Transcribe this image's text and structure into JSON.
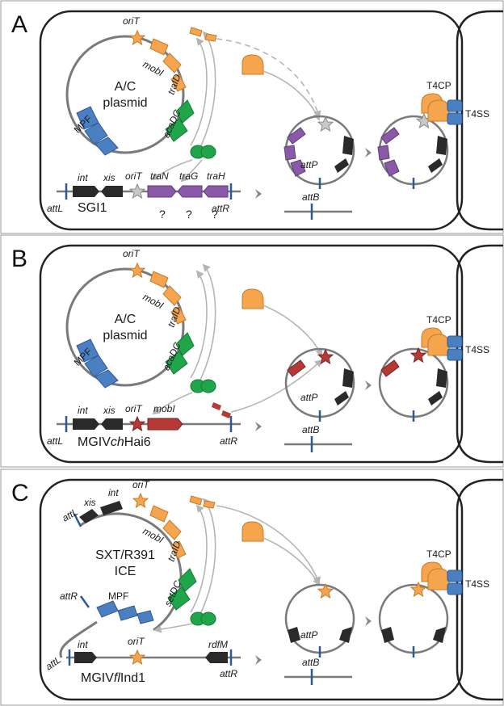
{
  "colors": {
    "orange": "#f6a54f",
    "blue": "#4a7fc1",
    "green": "#1fa54a",
    "purple": "#8a5aa8",
    "red": "#b53a36",
    "black": "#2a2a2a",
    "grey_star": "#c8c8c8",
    "arrow": "#b5b5b5",
    "border": "#222222"
  },
  "labels": {
    "oriT": "oriT",
    "mobI": "mobI",
    "traID": "traID",
    "acaDC": "acaDC",
    "setDC": "setDC",
    "MPF": "MPF",
    "T4CP": "T4CP",
    "T4SS": "T4SS",
    "attP": "attP",
    "attB": "attB",
    "attL": "attL",
    "attR": "attR",
    "int": "int",
    "xis": "xis",
    "question": "?"
  },
  "panels": [
    {
      "letter": "A",
      "plasmid_line1": "A/C",
      "plasmid_line2": "plasmid",
      "island_name": "SGI1",
      "tra_genes": [
        "traN",
        "traG",
        "traH"
      ]
    },
    {
      "letter": "B",
      "plasmid_line1": "A/C",
      "plasmid_line2": "plasmid",
      "island_name_pre": "MGIV",
      "island_name_ital": "ch",
      "island_name_post": "Hai6"
    },
    {
      "letter": "C",
      "plasmid_line1": "SXT/R391",
      "plasmid_line2": "ICE",
      "island_name_pre": "MGIV",
      "island_name_ital": "fl",
      "island_name_post": "Ind1",
      "rdfM": "rdfM"
    }
  ]
}
